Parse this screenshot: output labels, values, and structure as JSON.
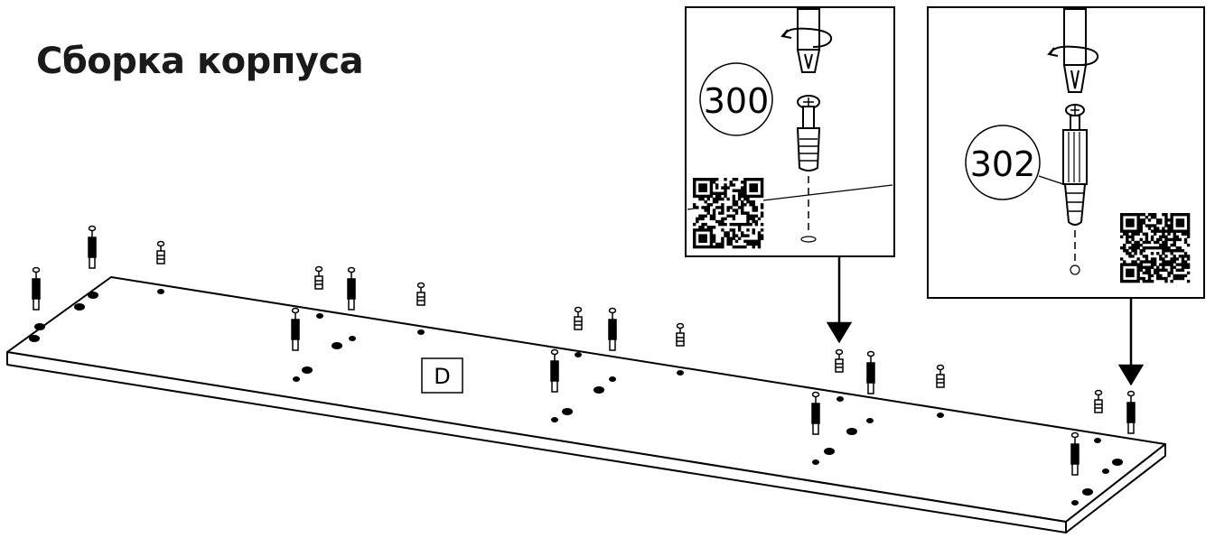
{
  "title": "Сборка корпуса",
  "panel_label": "D",
  "detail_left": {
    "part_number": "300"
  },
  "detail_right": {
    "part_number": "302"
  },
  "colors": {
    "line": "#000000",
    "background": "#ffffff"
  },
  "icons": [
    "screwdriver-icon",
    "qr-code-icon",
    "arrow-down-icon",
    "cam-bolt-icon",
    "dowel-icon"
  ]
}
